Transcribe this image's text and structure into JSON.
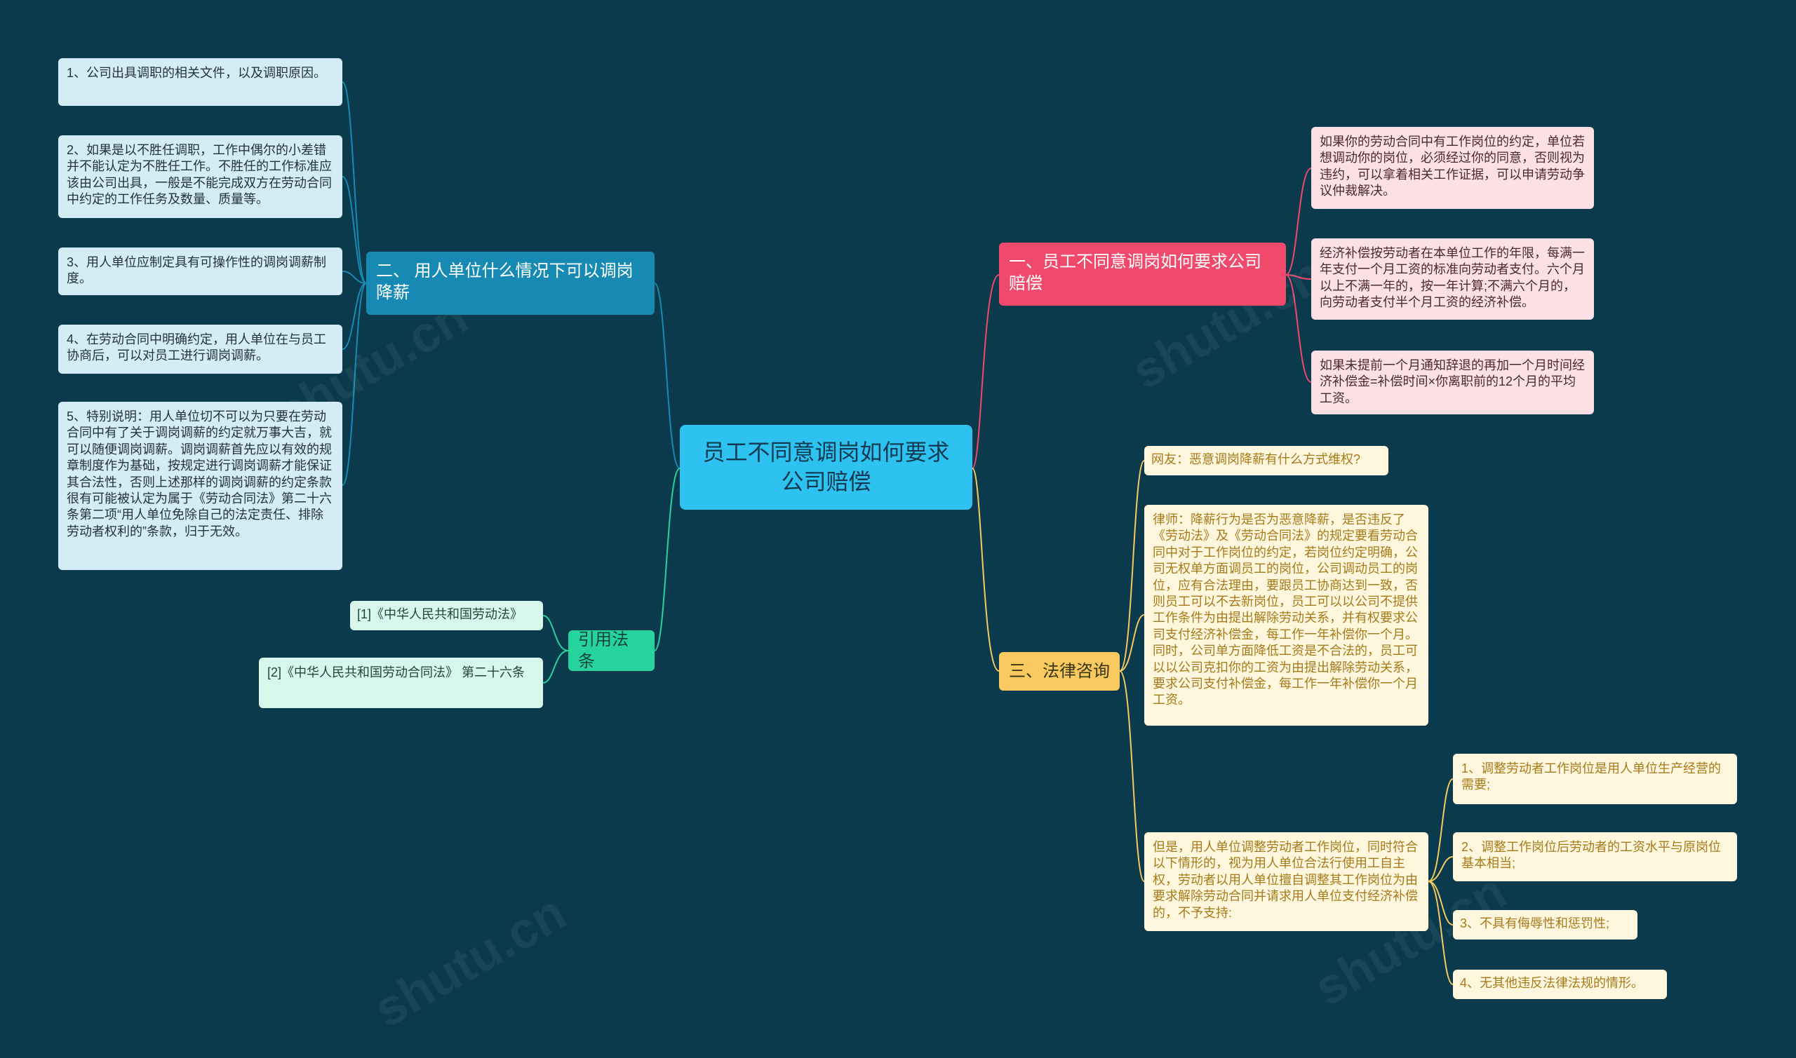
{
  "root": {
    "label": "员工不同意调岗如何要求公司赔偿"
  },
  "branch1": {
    "label": "一、员工不同意调岗如何要求公司赔偿",
    "color": "#f0496b",
    "items": [
      "如果你的劳动合同中有工作岗位的约定，单位若想调动你的岗位，必须经过你的同意，否则视为违约，可以拿着相关工作证据，可以申请劳动争议仲裁解决。",
      "经济补偿按劳动者在本单位工作的年限，每满一年支付一个月工资的标准向劳动者支付。六个月以上不满一年的，按一年计算;不满六个月的，向劳动者支付半个月工资的经济补偿。",
      "如果未提前一个月通知辞退的再加一个月时间经济补偿金=补偿时间×你离职前的12个月的平均工资。"
    ]
  },
  "branch2": {
    "label": "二、 用人单位什么情况下可以调岗降薪",
    "color": "#168ab3",
    "items": [
      "1、公司出具调职的相关文件，以及调职原因。",
      "2、如果是以不胜任调职，工作中偶尔的小差错并不能认定为不胜任工作。不胜任的工作标准应该由公司出具，一般是不能完成双方在劳动合同中约定的工作任务及数量、质量等。",
      "3、用人单位应制定具有可操作性的调岗调薪制度。",
      "4、在劳动合同中明确约定，用人单位在与员工协商后，可以对员工进行调岗调薪。",
      "5、特别说明：用人单位切不可以为只要在劳动合同中有了关于调岗调薪的约定就万事大吉，就可以随便调岗调薪。调岗调薪首先应以有效的规章制度作为基础，按规定进行调岗调薪才能保证其合法性，否则上述那样的调岗调薪的约定条款很有可能被认定为属于《劳动合同法》第二十六条第二项“用人单位免除自己的法定责任、排除劳动者权利的”条款，归于无效。"
    ]
  },
  "branch3": {
    "label": "三、法律咨询",
    "color": "#f7c95f",
    "items": [
      "网友：恶意调岗降薪有什么方式维权?",
      "律师：降薪行为是否为恶意降薪，是否违反了《劳动法》及《劳动合同法》的规定要看劳动合同中对于工作岗位的约定，若岗位约定明确，公司无权单方面调员工的岗位，公司调动员工的岗位，应有合法理由，要跟员工协商达到一致，否则员工可以不去新岗位，员工可以以公司不提供工作条件为由提出解除劳动关系，并有权要求公司支付经济补偿金，每工作一年补偿你一个月。同时，公司单方面降低工资是不合法的，员工可以以公司克扣你的工资为由提出解除劳动关系，要求公司支付补偿金，每工作一年补偿你一个月工资。",
      "但是，用人单位调整劳动者工作岗位，同时符合以下情形的，视为用人单位合法行使用工自主权，劳动者以用人单位擅自调整其工作岗位为由要求解除劳动合同并请求用人单位支付经济补偿的，不予支持:"
    ],
    "subitems": [
      "1、调整劳动者工作岗位是用人单位生产经营的需要;",
      "2、调整工作岗位后劳动者的工资水平与原岗位基本相当;",
      "3、不具有侮辱性和惩罚性;",
      "4、无其他违反法律法规的情形。"
    ]
  },
  "branch4": {
    "label": "引用法条",
    "color": "#27d39c",
    "items": [
      "[1]《中华人民共和国劳动法》",
      "[2]《中华人民共和国劳动合同法》 第二十六条"
    ]
  },
  "watermark": "shutu.cn"
}
